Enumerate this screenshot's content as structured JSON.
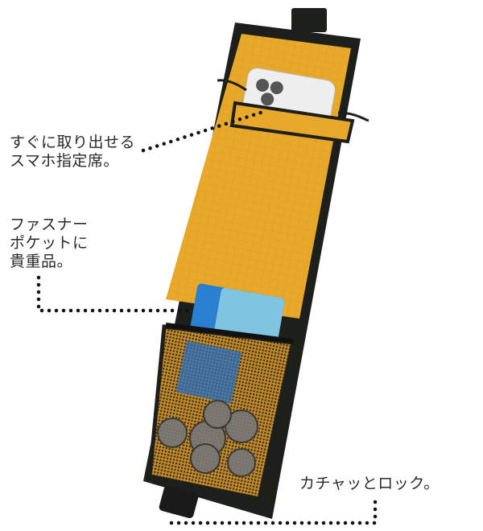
{
  "callouts": {
    "phone_pocket": [
      "すぐに取り出せる",
      "スマホ指定席。"
    ],
    "zipper_pocket": [
      "ファスナー",
      "ポケットに",
      "貴重品。"
    ],
    "buckle": "カチャッとロック。"
  },
  "colors": {
    "fabric": "#e8a92a",
    "binding": "#1c1f1a",
    "mesh": "#3a2a12",
    "card": "#2a7fd0",
    "text": "#2a2a2a"
  }
}
